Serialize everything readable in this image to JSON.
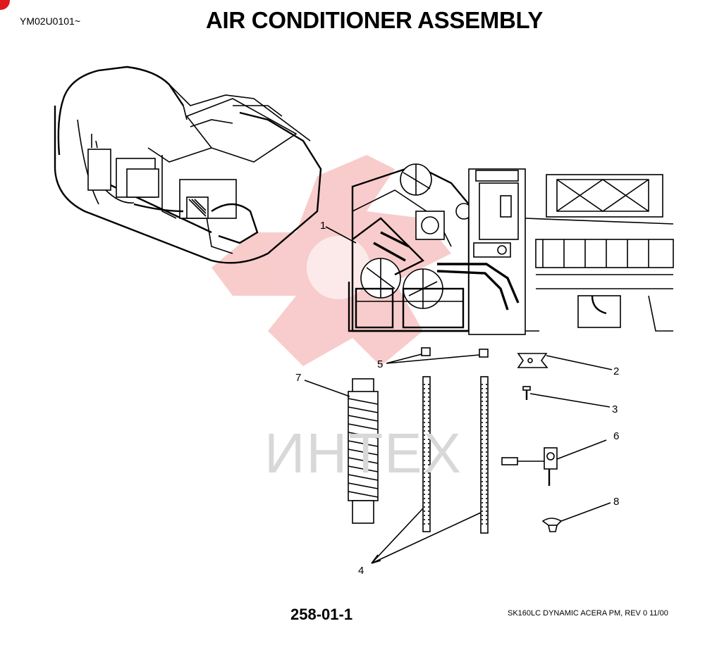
{
  "header": {
    "doc_code": "YM02U0101~",
    "title": "AIR CONDITIONER ASSEMBLY"
  },
  "watermark": {
    "text": "ИНТЕХ",
    "color": "#f2a0a0"
  },
  "callouts": {
    "c1": "1",
    "c2": "2",
    "c3": "3",
    "c4": "4",
    "c5": "5",
    "c6": "6",
    "c7": "7",
    "c8": "8"
  },
  "footer": {
    "page_number": "258-01-1",
    "note": "SK160LC DYNAMIC ACERA PM,  REV 0 11/00"
  },
  "colors": {
    "corner_mark": "#e0191f"
  }
}
